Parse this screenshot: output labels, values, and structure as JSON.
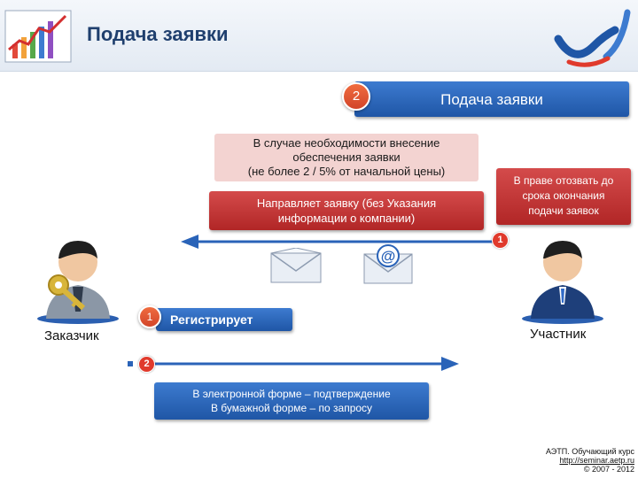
{
  "header": {
    "title": "Подача заявки"
  },
  "step_banner": {
    "number": "2",
    "label": "Подача заявки"
  },
  "security_note": {
    "lines": [
      "В случае необходимости внесение",
      "обеспечения заявки",
      "(не более 2 / 5% от начальной цены)"
    ]
  },
  "send_note": {
    "lines": [
      "Направляет заявку (без Указания",
      "информации о компании)"
    ]
  },
  "withdraw_note": {
    "lines": [
      "В праве отозвать до",
      "срока окончания",
      "подачи заявок"
    ]
  },
  "register": {
    "number": "1",
    "label": "Регистрирует"
  },
  "arrow_badges": {
    "top": "1",
    "bottom": "2"
  },
  "confirm_note": {
    "lines": [
      "В электронной форме – подтверждение",
      "В бумажной форме – по запросу"
    ]
  },
  "actors": {
    "customer": "Заказчик",
    "participant": "Участник"
  },
  "footer": {
    "course": "АЭТП. Обучающий курс",
    "url": "http://seminar.aetp.ru",
    "copyright": "© 2007 - 2012"
  },
  "colors": {
    "title": "#1f3f6e",
    "blue": "#2a63b8",
    "red": "#c23434",
    "pink": "#f3d3d1",
    "badge": "#e03a2c"
  }
}
